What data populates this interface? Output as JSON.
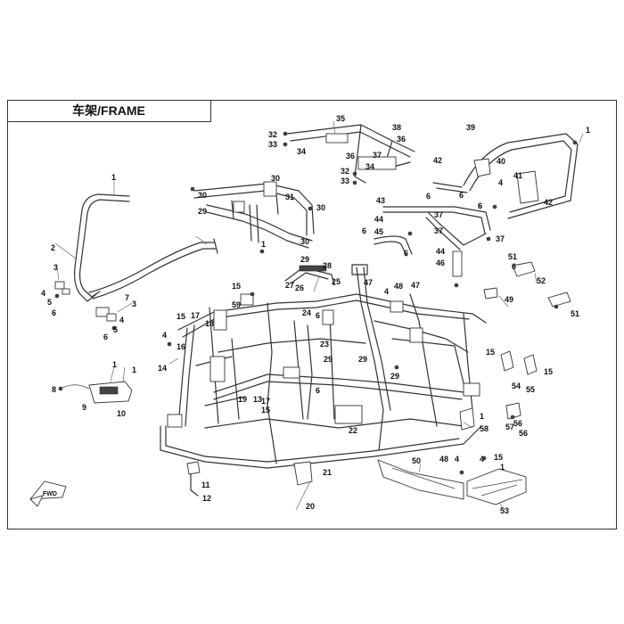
{
  "title": "车架/FRAME",
  "fwd_label": "FWD",
  "callouts": [
    {
      "text": "1"
    },
    {
      "text": "2"
    },
    {
      "text": "3"
    },
    {
      "text": "4"
    },
    {
      "text": "5"
    },
    {
      "text": "6"
    },
    {
      "text": "3"
    },
    {
      "text": "4"
    },
    {
      "text": "5"
    },
    {
      "text": "6"
    },
    {
      "text": "7"
    },
    {
      "text": "1"
    },
    {
      "text": "1"
    },
    {
      "text": "8"
    },
    {
      "text": "9"
    },
    {
      "text": "10"
    },
    {
      "text": "4"
    },
    {
      "text": "14"
    },
    {
      "text": "16"
    },
    {
      "text": "15"
    },
    {
      "text": "17"
    },
    {
      "text": "18"
    },
    {
      "text": "59"
    },
    {
      "text": "15"
    },
    {
      "text": "19"
    },
    {
      "text": "13"
    },
    {
      "text": "17"
    },
    {
      "text": "15"
    },
    {
      "text": "11"
    },
    {
      "text": "12"
    },
    {
      "text": "21"
    },
    {
      "text": "20"
    },
    {
      "text": "22"
    },
    {
      "text": "6"
    },
    {
      "text": "30"
    },
    {
      "text": "29"
    },
    {
      "text": "30"
    },
    {
      "text": "31"
    },
    {
      "text": "30"
    },
    {
      "text": "30"
    },
    {
      "text": "29"
    },
    {
      "text": "1"
    },
    {
      "text": "35"
    },
    {
      "text": "32"
    },
    {
      "text": "33"
    },
    {
      "text": "34"
    },
    {
      "text": "36"
    },
    {
      "text": "38"
    },
    {
      "text": "36"
    },
    {
      "text": "37"
    },
    {
      "text": "34"
    },
    {
      "text": "32"
    },
    {
      "text": "33"
    },
    {
      "text": "28"
    },
    {
      "text": "27"
    },
    {
      "text": "26"
    },
    {
      "text": "25"
    },
    {
      "text": "24"
    },
    {
      "text": "6"
    },
    {
      "text": "23"
    },
    {
      "text": "29"
    },
    {
      "text": "29"
    },
    {
      "text": "47"
    },
    {
      "text": "4"
    },
    {
      "text": "48"
    },
    {
      "text": "47"
    },
    {
      "text": "29"
    },
    {
      "text": "39"
    },
    {
      "text": "1"
    },
    {
      "text": "42"
    },
    {
      "text": "40"
    },
    {
      "text": "41"
    },
    {
      "text": "4"
    },
    {
      "text": "42"
    },
    {
      "text": "6"
    },
    {
      "text": "43"
    },
    {
      "text": "6"
    },
    {
      "text": "6"
    },
    {
      "text": "44"
    },
    {
      "text": "37"
    },
    {
      "text": "6"
    },
    {
      "text": "6"
    },
    {
      "text": "45"
    },
    {
      "text": "37"
    },
    {
      "text": "44"
    },
    {
      "text": "46"
    },
    {
      "text": "37"
    },
    {
      "text": "6"
    },
    {
      "text": "51"
    },
    {
      "text": "6"
    },
    {
      "text": "52"
    },
    {
      "text": "51"
    },
    {
      "text": "49"
    },
    {
      "text": "15"
    },
    {
      "text": "15"
    },
    {
      "text": "54"
    },
    {
      "text": "55"
    },
    {
      "text": "1"
    },
    {
      "text": "58"
    },
    {
      "text": "56"
    },
    {
      "text": "57"
    },
    {
      "text": "56"
    },
    {
      "text": "50"
    },
    {
      "text": "48"
    },
    {
      "text": "4"
    },
    {
      "text": "4"
    },
    {
      "text": "15"
    },
    {
      "text": "1"
    },
    {
      "text": "53"
    }
  ]
}
